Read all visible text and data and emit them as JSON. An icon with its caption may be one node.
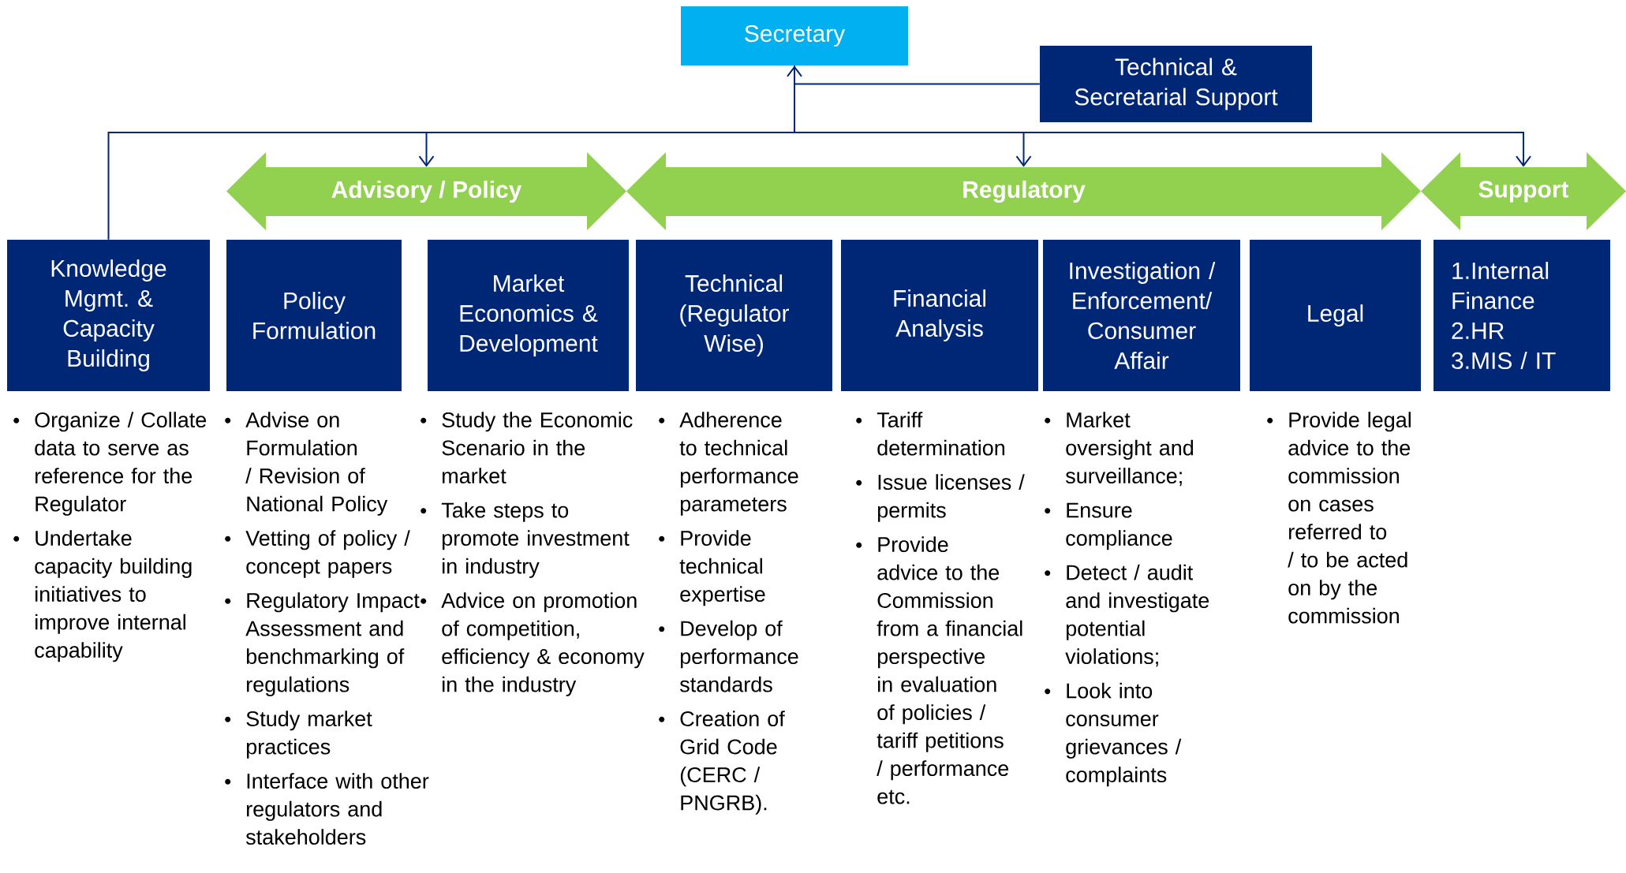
{
  "diagram": {
    "nodes": [
      {
        "text": [
          "Secretary"
        ]
      },
      {
        "text": [
          "Technical & Secretarial Support"
        ]
      },
      {
        "text": [
          "Advisory / Policy"
        ]
      },
      {
        "text": [
          "Regulatory"
        ]
      },
      {
        "text": [
          "Support"
        ]
      },
      {
        "text": [
          "Knowledge Mgmt. & Capacity Building"
        ],
        "beside": [
          "Organize / Collate data to serve as reference for the Regulator",
          "Undertake capacity building initiatives to improve internal capability"
        ]
      },
      {
        "text": [
          "Policy Formulation"
        ],
        "beside": [
          "Advise on Formulation / Revision of National Policy",
          "Vetting of policy / concept papers",
          "Regulatory Impact Assessment and benchmarking of regulations",
          "Study market practices",
          "Interface with other regulators and stakeholders"
        ]
      },
      {
        "text": [
          "Market Economics & Development"
        ],
        "beside": [
          "Study the Economic Scenario in the market",
          "Take steps to promote investment in industry",
          "Advice on promotion of competition, efficiency & economy in the industry"
        ]
      },
      {
        "text": [
          "Technical (Regulator Wise)"
        ],
        "beside": [
          "Adherence to technical performance parameters",
          "Provide technical expertise",
          "Develop of performance standards",
          "Creation of Grid Code (CERC / PNGRB)."
        ]
      },
      {
        "text": [
          "Financial Analysis"
        ],
        "beside": [
          "Tariff determination",
          "Issue licenses / permits",
          "Provide advice to the Commission from a financial perspective in evaluation of policies / tariff petitions / performance etc."
        ]
      },
      {
        "text": [
          "Investigation / Enforcement/ Consumer Affair"
        ],
        "beside": [
          "Market oversight and surveillance;",
          "Ensure compliance",
          "Detect / audit and investigate potential violations;",
          "Look into consumer grievances / complaints"
        ]
      },
      {
        "text": [
          "Legal"
        ],
        "beside": [
          "Provide legal advice to the commission on cases referred to / to be acted on by the commission"
        ]
      },
      {
        "text": [
          "1.Internal Finance",
          "2.HR",
          "3.MIS / IT"
        ]
      }
    ],
    "edges": [
      {
        "from": 1,
        "to": 0,
        "arrow": "to"
      },
      {
        "from": 0,
        "to": 2,
        "arrow": "to"
      },
      {
        "from": 0,
        "to": 3,
        "arrow": "to"
      },
      {
        "from": 0,
        "to": 4,
        "arrow": "to"
      },
      {
        "from": 0,
        "to": 5,
        "arrow": "none"
      }
    ]
  }
}
